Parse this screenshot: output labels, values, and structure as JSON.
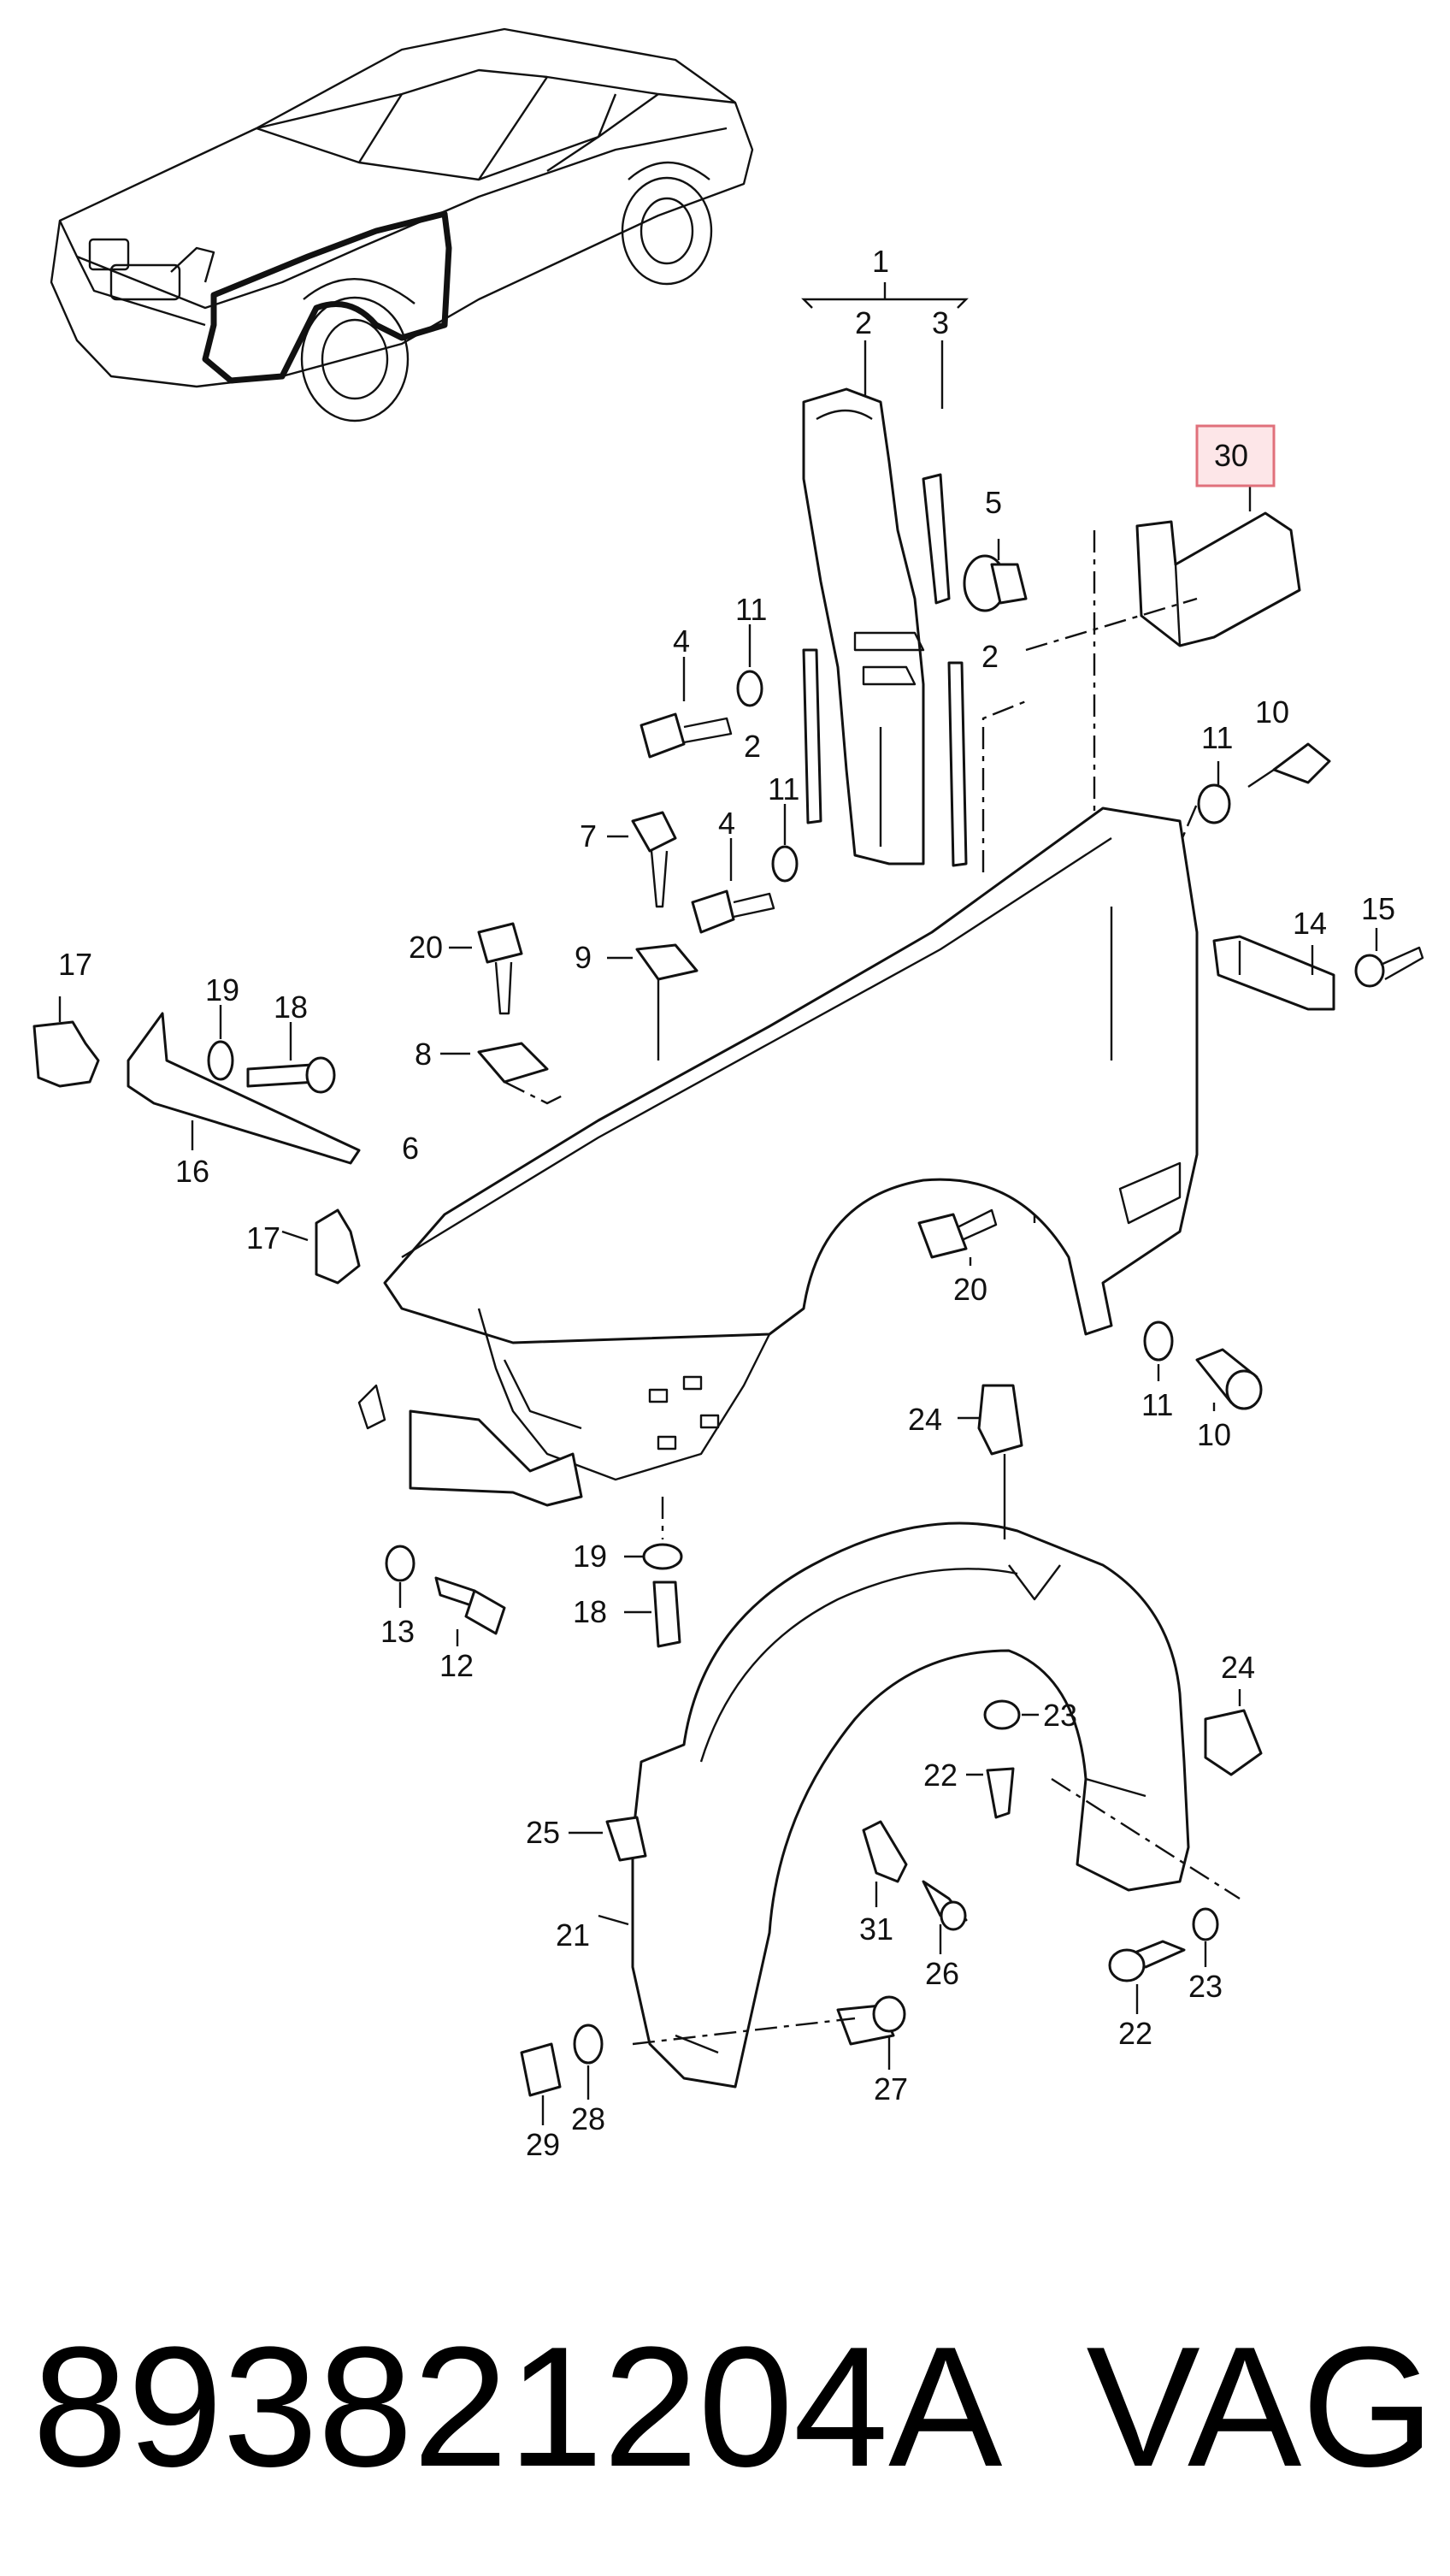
{
  "diagram": {
    "group_label": "1",
    "highlight": {
      "label": "30",
      "stroke": "#e0707b",
      "fill": "#fde6e8"
    },
    "callouts": [
      "2",
      "3",
      "5",
      "11",
      "4",
      "2",
      "10",
      "11",
      "2",
      "11",
      "4",
      "7",
      "9",
      "20",
      "14",
      "15",
      "17",
      "19",
      "18",
      "8",
      "6",
      "16",
      "17",
      "20",
      "11",
      "10",
      "24",
      "19",
      "18",
      "13",
      "12",
      "23",
      "22",
      "24",
      "25",
      "31",
      "26",
      "21",
      "22",
      "23",
      "27",
      "28",
      "29"
    ]
  },
  "footer": {
    "part_number": "893821204A",
    "brand": "VAG"
  }
}
